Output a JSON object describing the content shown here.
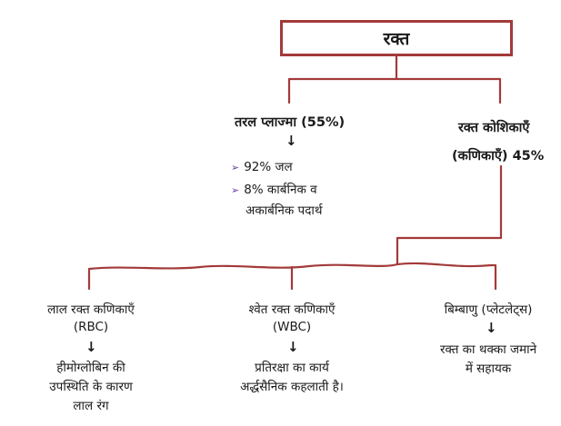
{
  "root": "रक्त",
  "plasma": {
    "title": "तरल प्लाज्मा (55%)",
    "items": [
      "92% जल",
      "8% कार्बनिक व",
      "अकार्बनिक पदार्थ"
    ]
  },
  "cells": {
    "line1": "रक्त कोशिकाएँ",
    "line2": "(कणिकाएँ) 45%"
  },
  "rbc": {
    "title": "लाल रक्त कणिकाएँ",
    "abbr": "(RBC)",
    "desc": [
      "हीमोग्लोबिन की",
      "उपस्थिति के कारण",
      "लाल रंग"
    ]
  },
  "wbc": {
    "title": "श्वेत रक्त कणिकाएँ",
    "abbr": "(WBC)",
    "desc": [
      "प्रतिरक्षा का कार्य",
      "अर्द्धसैनिक कहलाती है।"
    ]
  },
  "platelets": {
    "title": "बिम्बाणु (प्लेटलेट्स)",
    "desc": [
      "रक्त का थक्का जमाने",
      "में सहायक"
    ]
  },
  "colors": {
    "line": "#a33a3a",
    "bullet": "#6b3fa0"
  },
  "arrow_glyph": "↓",
  "bullet_glyph": "➢"
}
